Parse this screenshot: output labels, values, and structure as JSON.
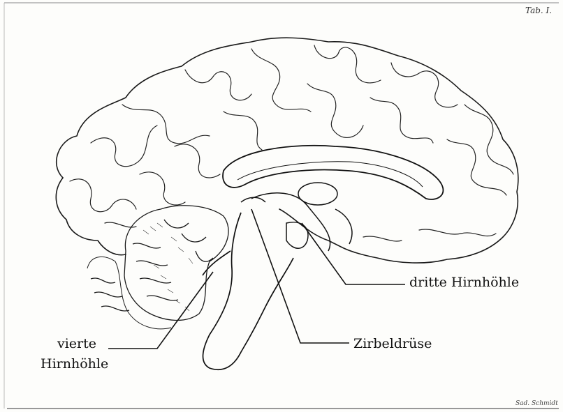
{
  "plate_number": "Tab. I.",
  "signature": "Sad. Schmidt",
  "labels": {
    "third_ventricle": "dritte Hirnhöhle",
    "pineal_gland": "Zirbeldrüse",
    "fourth_ventricle_line1": "vierte",
    "fourth_ventricle_line2": "Hirnhöhle"
  },
  "colors": {
    "ink": "#111111",
    "paper": "#fdfdfb"
  }
}
